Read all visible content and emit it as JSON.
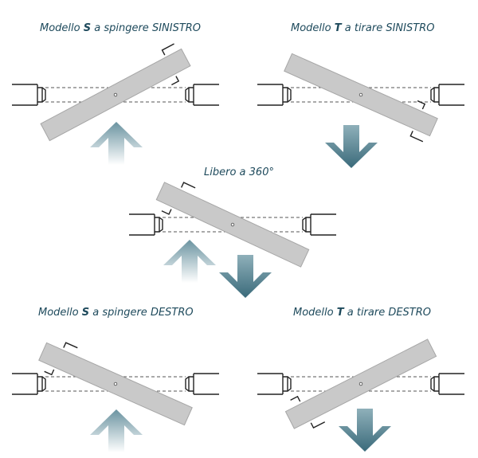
{
  "captions": [
    {
      "id": "push-left",
      "prefix": "Modello ",
      "letter": "S",
      "suffix": " a spingere SINISTRO"
    },
    {
      "id": "pull-left",
      "prefix": "Modello ",
      "letter": "T",
      "suffix": " a tirare SINISTRO"
    },
    {
      "id": "free",
      "prefix": "",
      "letter": "",
      "suffix": "Libero a 360°"
    },
    {
      "id": "push-right",
      "prefix": "Modello ",
      "letter": "S",
      "suffix": " a spingere DESTRO"
    },
    {
      "id": "pull-right",
      "prefix": "Modello ",
      "letter": "T",
      "suffix": " a tirare DESTRO"
    }
  ],
  "colors": {
    "caption": "#1e4a5c",
    "panel": "#c9c9c9",
    "arrow_dark": "#3f6f7f",
    "arrow_light": "#ffffff"
  },
  "icons": [
    "push-arrow-up-icon",
    "pull-arrow-down-icon"
  ]
}
